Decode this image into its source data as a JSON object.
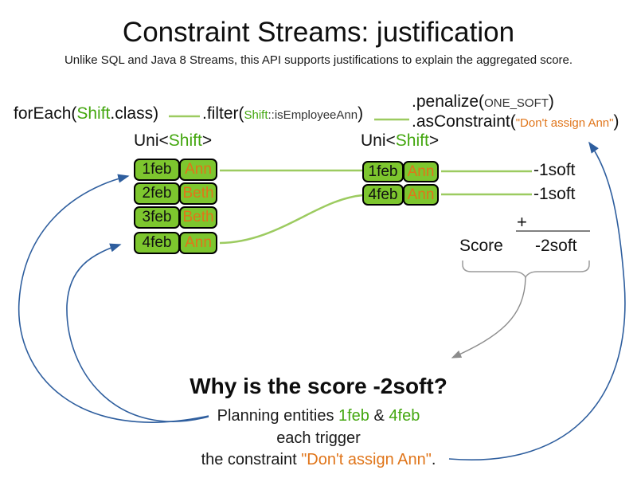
{
  "title": "Constraint Streams: justification",
  "subtitle": "Unlike SQL and Java 8 Streams, this API supports justifications to explain the aggregated score.",
  "code": {
    "foreach_prefix": "forEach(",
    "foreach_class": "Shift",
    "foreach_suffix": ".class)",
    "filter_prefix": ".filter(",
    "filter_class": "Shift",
    "filter_method": "::isEmployeeAnn",
    "filter_suffix": ")",
    "penalize_prefix": ".penalize(",
    "penalize_arg": "ONE_SOFT",
    "penalize_suffix": ")",
    "asconstraint_prefix": ".asConstraint(",
    "asconstraint_arg": "\"Don't assign Ann\"",
    "asconstraint_suffix": ")"
  },
  "stream_labels": {
    "left_prefix": "Uni<",
    "left_class": "Shift",
    "left_suffix": ">",
    "right_prefix": "Uni<",
    "right_class": "Shift",
    "right_suffix": ">"
  },
  "left_table": {
    "rows": [
      {
        "date": "1feb",
        "name": "Ann"
      },
      {
        "date": "2feb",
        "name": "Beth"
      },
      {
        "date": "3feb",
        "name": "Beth"
      },
      {
        "date": "4feb",
        "name": "Ann"
      }
    ]
  },
  "right_table": {
    "rows": [
      {
        "date": "1feb",
        "name": "Ann"
      },
      {
        "date": "4feb",
        "name": "Ann"
      }
    ]
  },
  "scores": {
    "penalties": [
      "-1soft",
      "-1soft"
    ],
    "plus": "+",
    "score_label": "Score",
    "total": "-2soft"
  },
  "explanation": {
    "heading": "Why is the score -2soft?",
    "line1_prefix": "Planning entities ",
    "line1_entity1": "1feb",
    "line1_amp": " & ",
    "line1_entity2": "4feb",
    "line2": "each trigger",
    "line3_prefix": "the constraint ",
    "line3_constraint": "\"Don't assign Ann\"",
    "line3_suffix": "."
  },
  "colors": {
    "cell_green": "#7dc62e",
    "text_green": "#44a710",
    "line_green": "#9ccb60",
    "orange": "#e0751a",
    "blue": "#2e5e9e",
    "gray": "#8c8c8c"
  }
}
